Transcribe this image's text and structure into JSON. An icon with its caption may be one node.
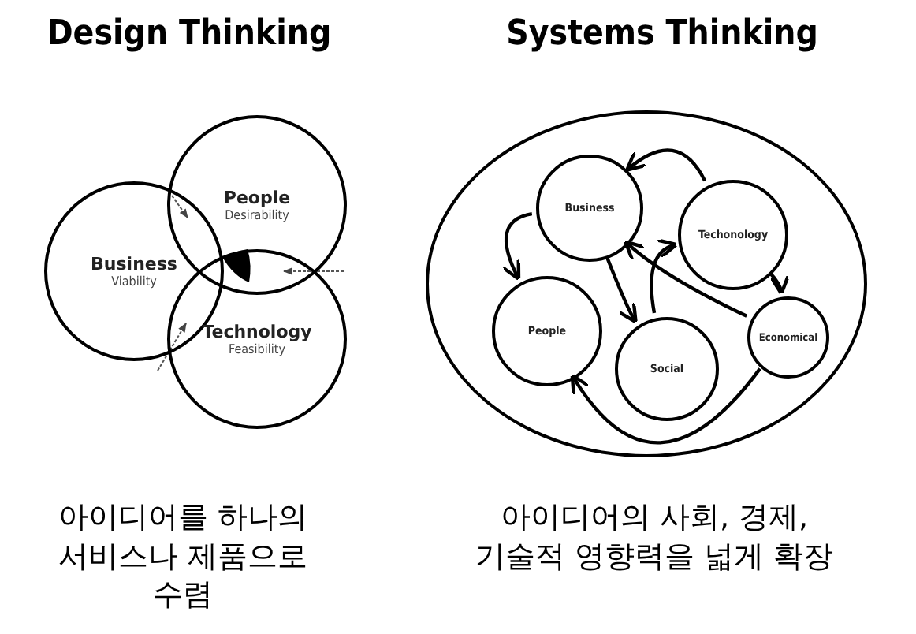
{
  "diagram": {
    "nodes": [
      {
        "text": [
          "People",
          "Desirability"
        ]
      },
      {
        "text": [
          "Business",
          "Viability"
        ]
      },
      {
        "text": [
          "Technology",
          "Feasibility"
        ]
      },
      {
        "text": [],
        "shape": "ellipse"
      },
      {
        "text": [
          "Business"
        ],
        "in": 3
      },
      {
        "text": [
          "Techonology"
        ],
        "in": 3
      },
      {
        "text": [
          "People"
        ],
        "in": 3
      },
      {
        "text": [
          "Social"
        ],
        "in": 3
      },
      {
        "text": [
          "Economical"
        ],
        "in": 3
      }
    ],
    "edges": [
      {
        "from": 4,
        "to": 6,
        "arrow": "to"
      },
      {
        "from": 4,
        "to": 7,
        "arrow": "to"
      },
      {
        "from": 7,
        "to": 5,
        "arrow": "to"
      },
      {
        "from": 5,
        "to": 8,
        "arrow": "to"
      },
      {
        "from": 8,
        "to": 4,
        "arrow": "to"
      },
      {
        "from": 8,
        "to": 6,
        "arrow": "to"
      },
      {
        "from": 5,
        "to": 4,
        "arrow": "to"
      }
    ],
    "labels": [
      "Design Thinking",
      "Systems Thinking",
      "아이디어를 하나의 서비스나 제품으로 수렴",
      "아이디어의 사회, 경제, 기술적 영향력을 넓게 확장"
    ]
  }
}
